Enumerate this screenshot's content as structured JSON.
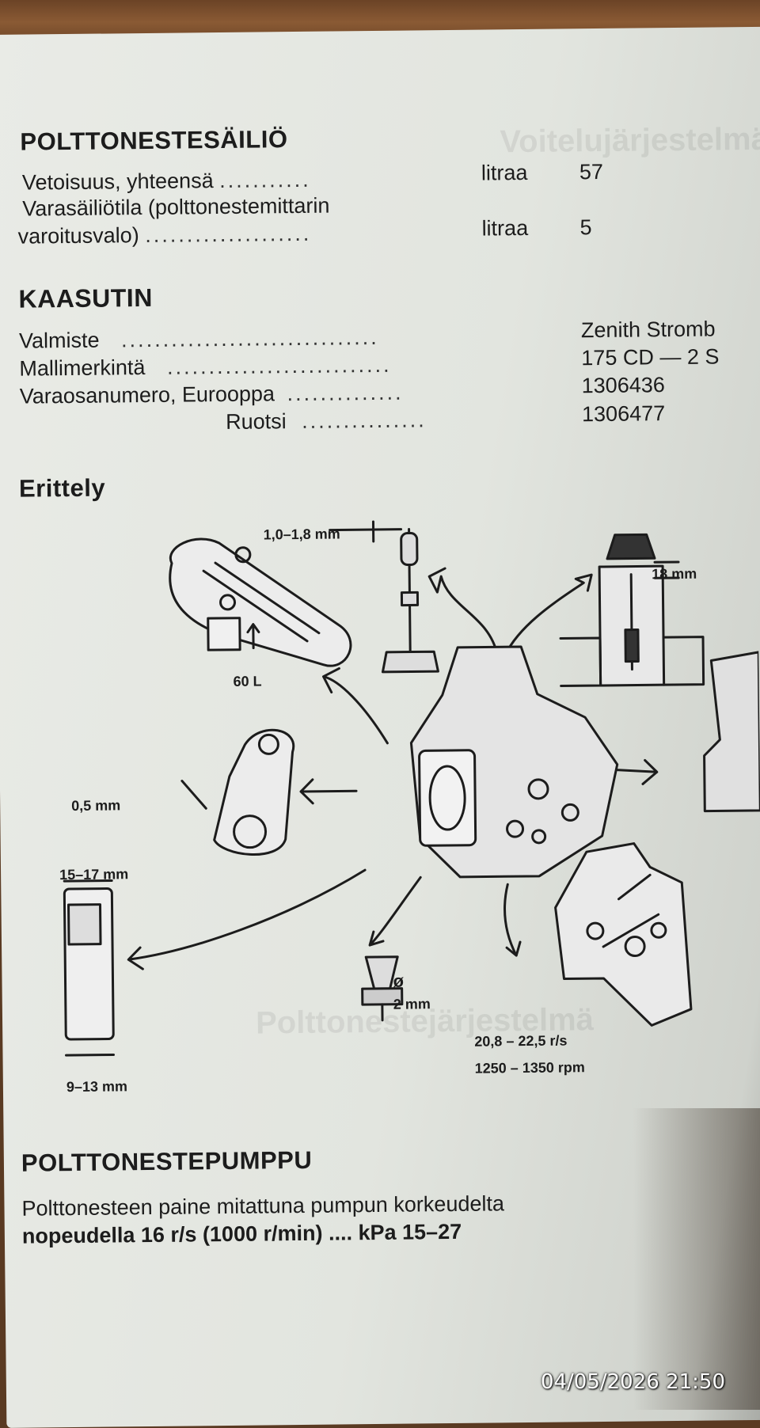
{
  "sections": {
    "fuel_tank": {
      "heading": "POLTTONESTESÄILIÖ",
      "rows": [
        {
          "label": "Vetoisuus, yhteensä",
          "dots": "...........",
          "unit": "litraa",
          "value": "57"
        },
        {
          "label": "Varasäiliötila (polttonestemittarin",
          "label2": "varoitusvalo)",
          "dots": "....................",
          "unit": "litraa",
          "value": "5"
        }
      ]
    },
    "carburettor": {
      "heading": "KAASUTIN",
      "rows": [
        {
          "label": "Valmiste",
          "dots": "...............................",
          "value": "Zenith Stromb"
        },
        {
          "label": "Mallimerkintä",
          "dots": "...........................",
          "value": "175 CD — 2 S"
        },
        {
          "label": "Varaosanumero, Eurooppa",
          "dots": "..............",
          "value": "1306436"
        },
        {
          "label": "Ruotsi",
          "dots": "...............",
          "value": "1306477"
        }
      ]
    },
    "breakdown": {
      "heading": "Erittely",
      "labels": {
        "float_gap": "1,0–1,8 mm",
        "needle_depth": "18 mm",
        "needle_mark": "60 L",
        "link_gap": "0,5 mm",
        "damper_top": "15–17 mm",
        "damper_bottom": "9–13 mm",
        "jet_diameter_symbol": "ø",
        "jet_diameter": "2 mm",
        "idle_rs": "20,8 – 22,5 r/s",
        "idle_rpm": "1250 – 1350 rpm"
      }
    },
    "fuel_pump": {
      "heading": "POLTTONESTEPUMPPU",
      "line1": "Polttonesteen paine mitattuna pumpun korkeudelta",
      "line2": "nopeudella 16 r/s (1000 r/min) .... kPa 15–27"
    }
  },
  "timestamp": "04/05/2026 21:50",
  "colors": {
    "paper": "#e6e8e3",
    "ink": "#1c1c1c",
    "wood": "#7a4e2c"
  }
}
